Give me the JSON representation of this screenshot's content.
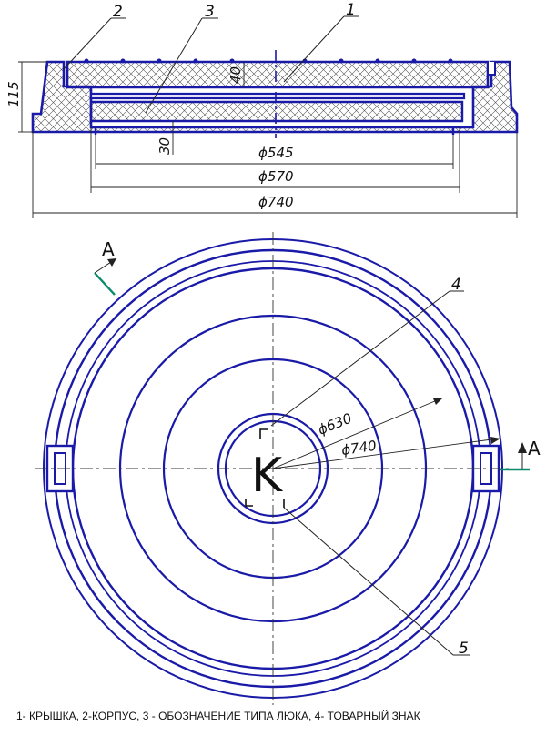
{
  "section_labels": {
    "number_1": "1",
    "number_2": "2",
    "number_3": "3"
  },
  "section_dims": {
    "height": "115",
    "lid_thickness": "40",
    "gap": "30",
    "d545": "ϕ545",
    "d570": "ϕ570",
    "d740": "ϕ740"
  },
  "plan_labels": {
    "section_letter": "A",
    "number_4": "4",
    "number_5": "5",
    "d630": "ϕ630",
    "d740": "ϕ740",
    "logo_letter": "K"
  },
  "caption": "1- КРЫШКА, 2-КОРПУС, 3 - ОБОЗНАЧЕНИЕ ТИПА ЛЮКА, 4- ТОВАРНЫЙ ЗНАК",
  "colors": {
    "outline": "#1a1aa8",
    "line": "#222222",
    "hatch": "#555555",
    "cut": "#0a8a6a"
  }
}
